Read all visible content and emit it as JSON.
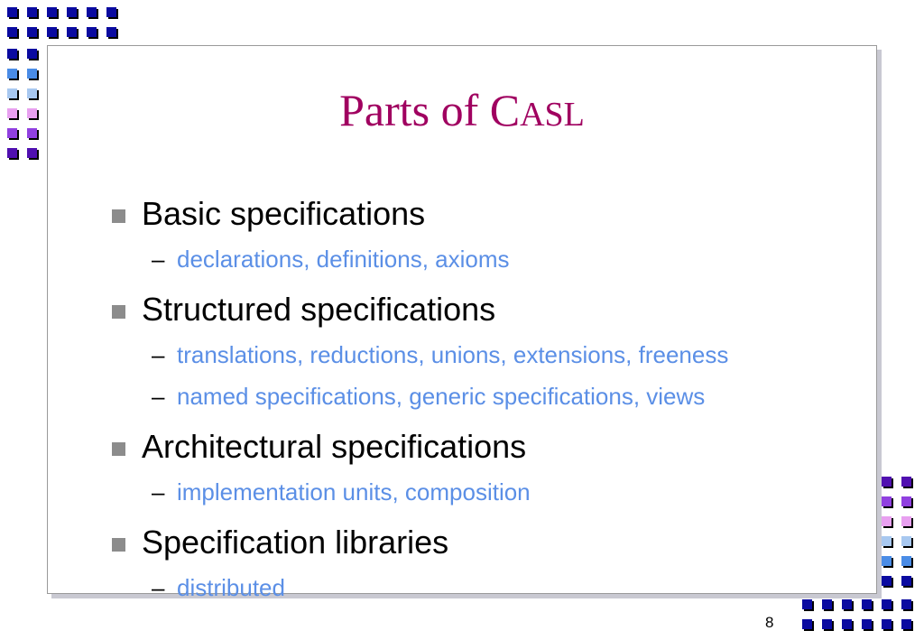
{
  "slide": {
    "title_main": "Parts of C",
    "title_smallcaps": "ASL",
    "page_number": "8",
    "bullet_dash": "–",
    "items": [
      {
        "label": "Basic specifications",
        "subitems": [
          "declarations, definitions, axioms"
        ]
      },
      {
        "label": "Structured specifications",
        "subitems": [
          "translations, reductions, unions, extensions, freeness",
          "named specifications, generic specifications, views"
        ]
      },
      {
        "label": "Architectural specifications",
        "subitems": [
          "implementation units, composition"
        ]
      },
      {
        "label": "Specification libraries",
        "subitems": [
          "distributed"
        ]
      }
    ]
  },
  "colors": {
    "title": "#a00060",
    "subitem_text": "#5b8fe6",
    "square_bullet": "#8c8c8c",
    "deco_navy": "#0a0aa0",
    "deco_blue": "#4a8ce6",
    "deco_lightblue": "#a8c8f0",
    "deco_pink": "#e8a0f0",
    "deco_violet": "#9040e0",
    "deco_purple": "#5010b0"
  }
}
